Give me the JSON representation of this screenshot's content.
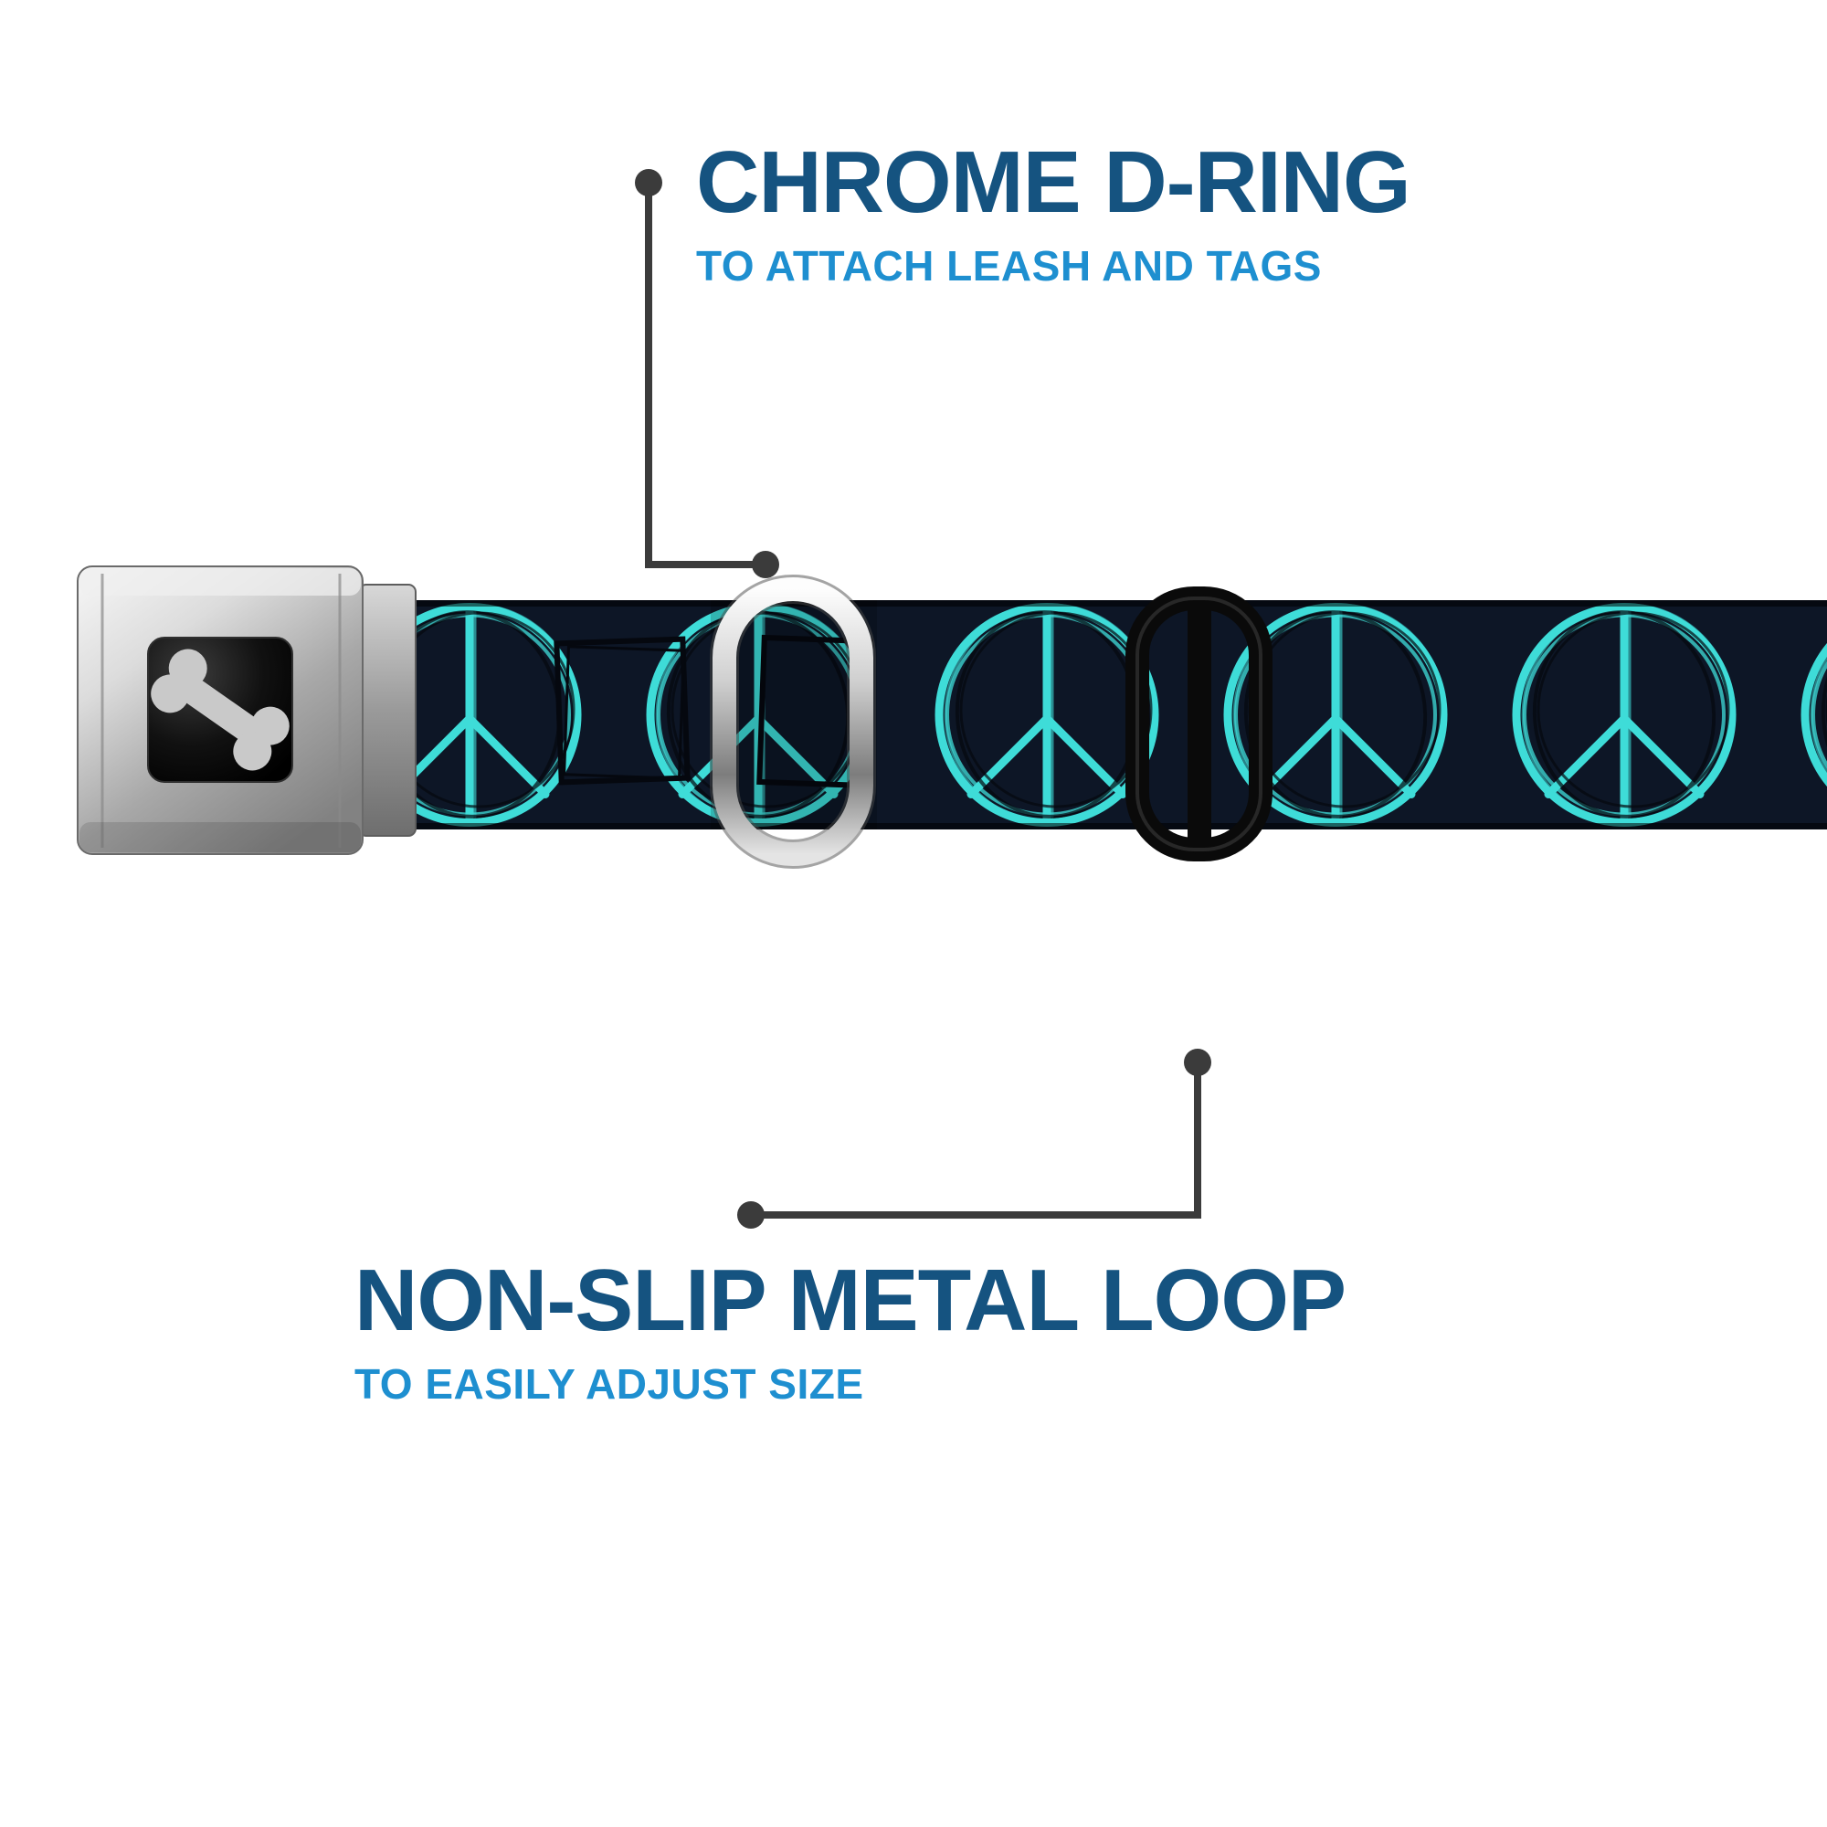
{
  "callouts": {
    "top": {
      "title": "CHROME D-RING",
      "subtitle": "TO ATTACH LEASH AND TAGS"
    },
    "bottom": {
      "title": "NON-SLIP METAL LOOP",
      "subtitle": "TO EASILY ADJUST SIZE"
    }
  },
  "colors": {
    "title_blue": "#155380",
    "subtitle_blue": "#1e8fd0",
    "connector_gray": "#3b3b3b",
    "strap_navy": "#0d1626",
    "pattern_teal": "#3edcd8",
    "buckle_silver": "#c9c9c9",
    "adjuster_black": "#0a0a0a"
  },
  "icons": {
    "buckle_emblem": "dog-bone-icon",
    "strap_motif": "peace-sign-pattern"
  },
  "parts": [
    "seatbelt-buckle",
    "webbing-strap",
    "chrome-d-ring",
    "metal-slide-loop"
  ]
}
